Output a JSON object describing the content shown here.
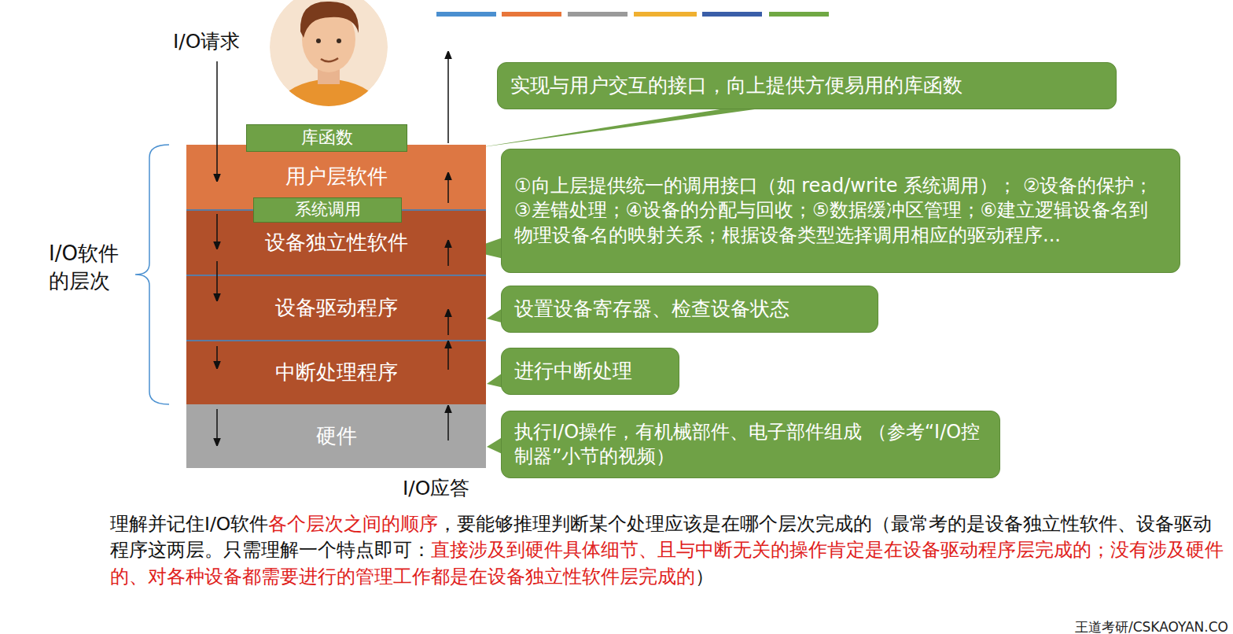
{
  "diagram": {
    "nodes": [
      {
        "text": [
          "库函数"
        ]
      },
      {
        "text": [
          "用户层软件"
        ]
      },
      {
        "text": [
          "系统调用"
        ]
      },
      {
        "text": [
          "设备独立性软件"
        ]
      },
      {
        "text": [
          "设备驱动程序"
        ]
      },
      {
        "text": [
          "中断处理程序"
        ]
      },
      {
        "text": [
          "硬件"
        ]
      },
      {
        "text": [
          "实现与用户交互的接口，向上提供方便易用的库函数"
        ]
      },
      {
        "text": [
          "①向上层提供统一的调用接口（如 read/write 系统调用）； ②设备的保护；③差错处理；④设备的分配与回收；⑤数据缓冲区管理；⑥建立逻辑设备名到物理设备名的映射关系；根据设备类型选择调用相应的驱动程序..."
        ]
      },
      {
        "text": [
          "设置设备寄存器、检查设备状态"
        ]
      },
      {
        "text": [
          "进行中断处理"
        ]
      },
      {
        "text": [
          "执行I/O操作，有机械部件、电子部件组成 （参考“I/O控制器”小节的视频）"
        ]
      }
    ],
    "labels": [
      "I/O请求",
      "I/O软件 的层次",
      "I/O应答",
      "理解并记住I/O软件",
      "各个层次之间的顺序",
      "，要能够推理判断某个处理应该是在哪个层次完成的（最常考的是设备独立性软件、设备驱动程序这两层。只需理解一个特点即可：",
      "直接涉及到硬件具体细节、且与中断无关的操作肯定是在设备驱动程序层完成的；没有涉及硬件的、对各种设备都需要进行的管理工作都是在设备独立性软件层完成的",
      "）",
      "王道考研/CSKAOYAN.CO"
    ]
  }
}
